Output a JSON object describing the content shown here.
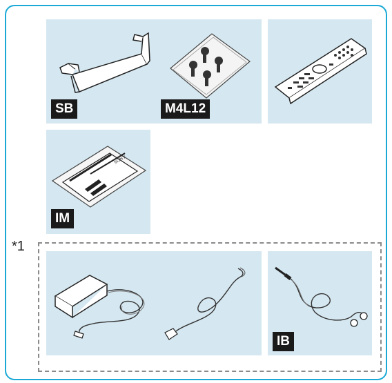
{
  "labels": {
    "stand_base": "SB",
    "screws": "M4L12",
    "manual": "IM",
    "ir_blaster": "IB",
    "footnote": "*1"
  },
  "manual_brand": "SONY",
  "icons": [
    "stand-base-icon",
    "screws-icon",
    "remote-control-icon",
    "manual-kit-icon",
    "ac-adapter-icon",
    "power-cord-icon",
    "ir-blaster-icon"
  ]
}
